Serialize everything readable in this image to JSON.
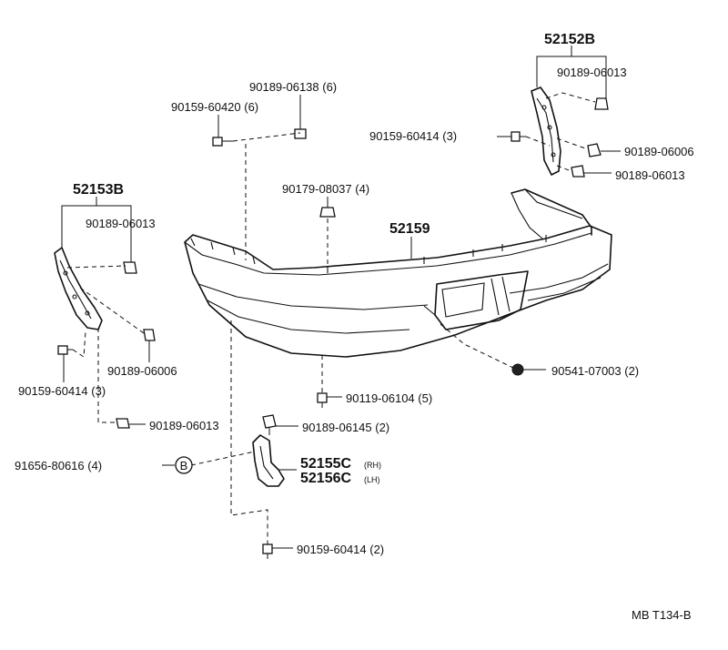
{
  "colors": {
    "ink": "#111111",
    "paper": "#ffffff"
  },
  "labels": {
    "p52152B": "52152B",
    "p52153B": "52153B",
    "p52159": "52159",
    "p52155C": "52155C",
    "p52156C": "52156C",
    "rh": "(RH)",
    "lh": "(LH)",
    "p90189_06138": "90189-06138 (6)",
    "p90159_60420": "90159-60420 (6)",
    "p90189_06013_tr": "90189-06013",
    "p90159_60414_tr": "90159-60414 (3)",
    "p90189_06006_r": "90189-06006",
    "p90189_06013_r": "90189-06013",
    "p90179_08037": "90179-08037 (4)",
    "p90189_06013_l": "90189-06013",
    "p90189_06006_l": "90189-06006",
    "p90159_60414_l": "90159-60414 (3)",
    "p90189_06013_bl": "90189-06013",
    "p90541_07003": "90541-07003 (2)",
    "p90119_06104": "90119-06104 (5)",
    "p90189_06145": "90189-06145 (2)",
    "p91656_80616": "91656-80616 (4)",
    "b_marker": "B",
    "p90159_60414_b": "90159-60414 (2)",
    "diagram_code": "MB T134-B"
  }
}
